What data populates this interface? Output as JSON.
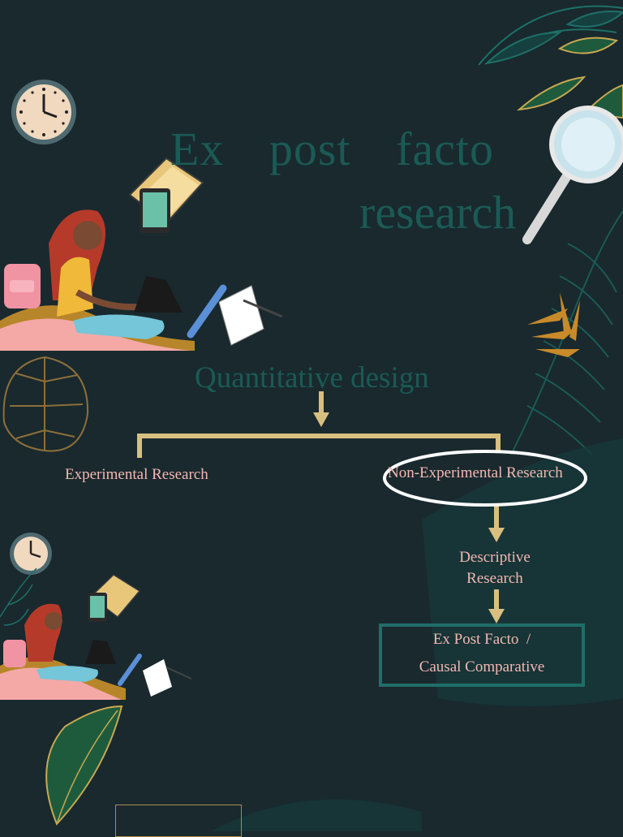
{
  "title": {
    "line1": "Ex post facto",
    "line2": "research"
  },
  "diagram": {
    "root": "Quantitative design",
    "left_branch": "Experimental Research",
    "right_branch": "Non-Experimental Research",
    "descriptive": "Descriptive Research",
    "final_box": {
      "line1": "Ex Post Facto  /",
      "line2": "Causal Comparative"
    }
  },
  "colors": {
    "background": "#19292e",
    "title_teal": "#1b5a55",
    "connector_gold": "#d9bf7f",
    "label_pink": "#f4b7b2",
    "box_border": "#1f6e68",
    "highlight_ellipse": "#ffffff"
  },
  "icons": [
    "wall-clock-icon",
    "folder-icon",
    "tablet-icon",
    "laptop-icon",
    "pen-icon",
    "notepad-icon",
    "magnifying-glass-icon",
    "backpack-icon",
    "leaf-icon"
  ]
}
